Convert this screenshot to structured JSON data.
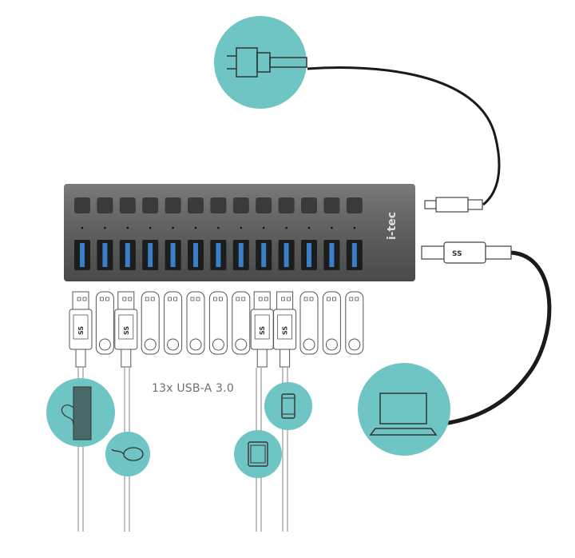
{
  "brand": "i-tec",
  "ports_label": "13x USB-A 3.0",
  "port_count": 13,
  "plug_marking": "SS",
  "plugged_ports": [
    0,
    2,
    8,
    9
  ],
  "colors": {
    "teal": "#6fc4c4",
    "hub": "#5f5f5f",
    "port_blue": "#3b7fc8",
    "cable": "#1a1a1a"
  },
  "devices": [
    {
      "icon": "power-adapter-icon"
    },
    {
      "icon": "keyboard-icon"
    },
    {
      "icon": "mouse-icon"
    },
    {
      "icon": "tablet-icon"
    },
    {
      "icon": "smartphone-icon"
    },
    {
      "icon": "laptop-icon"
    }
  ]
}
